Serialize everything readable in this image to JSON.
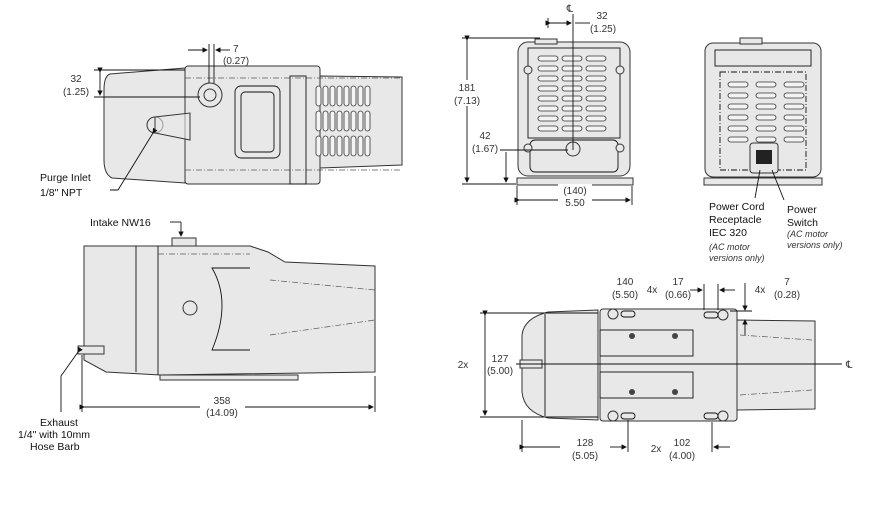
{
  "top_view": {
    "dim_offset": {
      "value": "7",
      "inch": "(0.27)"
    },
    "dim_inlet": {
      "value": "32",
      "inch": "(1.25)"
    },
    "purge_label": {
      "line1": "Purge Inlet",
      "line2": "1/8\" NPT"
    }
  },
  "side_view": {
    "intake_label": "Intake NW16",
    "dim_length": {
      "value": "358",
      "inch": "(14.09)"
    },
    "exhaust_label": {
      "line1": "Exhaust",
      "line2": "1/4\" with 10mm",
      "line3": "Hose Barb"
    }
  },
  "front_view": {
    "centerline_symbol": "℄",
    "dim_offset": {
      "value": "32",
      "inch": "(1.25)"
    },
    "dim_height": {
      "value": "181",
      "inch": "(7.13)"
    },
    "dim_port_height": {
      "value": "42",
      "inch": "(1.67)"
    },
    "dim_width": {
      "value": "(140)",
      "inch": "5.50"
    }
  },
  "rear_view": {
    "power_cord_label": {
      "line1": "Power Cord",
      "line2": "Receptacle",
      "line3": "IEC 320",
      "note1": "(AC motor",
      "note2": "versions only)"
    },
    "power_switch_label": {
      "line1": "Power",
      "line2": "Switch",
      "note1": "(AC motor",
      "note2": "versions only)"
    }
  },
  "bottom_view": {
    "centerline_symbol": "℄",
    "dim_140": {
      "value": "140",
      "inch": "(5.50)"
    },
    "dim_slot": {
      "qty": "4x",
      "value": "17",
      "inch": "(0.66)"
    },
    "dim_hole": {
      "qty": "4x",
      "value": "7",
      "inch": "(0.28)"
    },
    "dim_127": {
      "qty": "2x",
      "value": "127",
      "inch": "(5.00)"
    },
    "dim_128": {
      "value": "128",
      "inch": "(5.05)"
    },
    "dim_102": {
      "qty": "2x",
      "value": "102",
      "inch": "(4.00)"
    }
  }
}
